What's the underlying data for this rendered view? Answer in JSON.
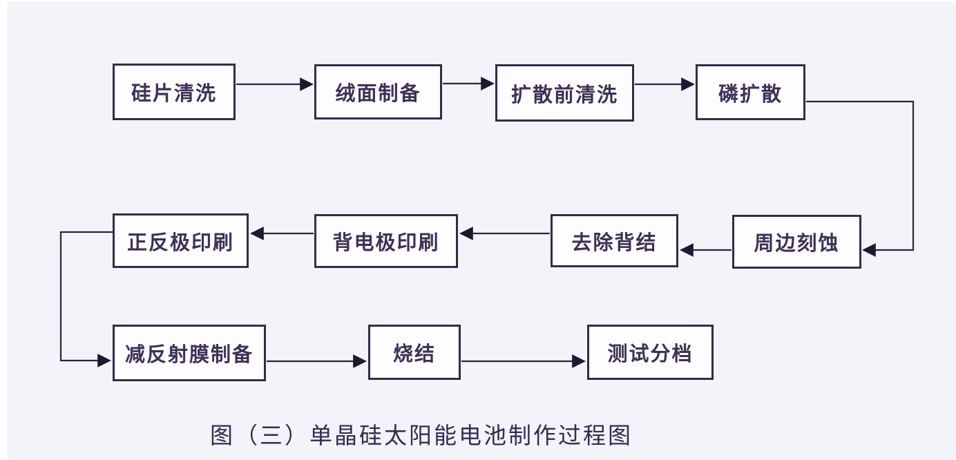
{
  "diagram": {
    "type": "flowchart",
    "caption": "图（三）单晶硅太阳能电池制作过程图",
    "colors": {
      "sheet_background": "#f3f3f9",
      "page_background": "#ffffff",
      "box_fill": "#fdfdff",
      "box_border": "#342a4c",
      "box_text": "#3f3057",
      "arrow_line": "#2b2243",
      "caption_text": "#312b55"
    },
    "nodes": [
      {
        "id": "wafer-cleaning",
        "label": "硅片清洗"
      },
      {
        "id": "texture-preparation",
        "label": "绒面制备"
      },
      {
        "id": "pre-diffusion-cleaning",
        "label": "扩散前清洗"
      },
      {
        "id": "phosphorus-diffusion",
        "label": "磷扩散"
      },
      {
        "id": "edge-etching",
        "label": "周边刻蚀"
      },
      {
        "id": "back-junction-removal",
        "label": "去除背结"
      },
      {
        "id": "back-electrode-printing",
        "label": "背电极印刷"
      },
      {
        "id": "front-back-electrode-printing",
        "label": "正反极印刷"
      },
      {
        "id": "anti-reflection-film-prep",
        "label": "减反射膜制备"
      },
      {
        "id": "sintering",
        "label": "烧结"
      },
      {
        "id": "test-sorting",
        "label": "测试分档"
      }
    ],
    "edges": [
      {
        "from": "硅片清洗",
        "to": "绒面制备"
      },
      {
        "from": "绒面制备",
        "to": "扩散前清洗"
      },
      {
        "from": "扩散前清洗",
        "to": "磷扩散"
      },
      {
        "from": "磷扩散",
        "to": "周边刻蚀"
      },
      {
        "from": "周边刻蚀",
        "to": "去除背结"
      },
      {
        "from": "去除背结",
        "to": "背电极印刷"
      },
      {
        "from": "背电极印刷",
        "to": "正反极印刷"
      },
      {
        "from": "正反极印刷",
        "to": "减反射膜制备"
      },
      {
        "from": "减反射膜制备",
        "to": "烧结"
      },
      {
        "from": "烧结",
        "to": "测试分档"
      }
    ]
  }
}
